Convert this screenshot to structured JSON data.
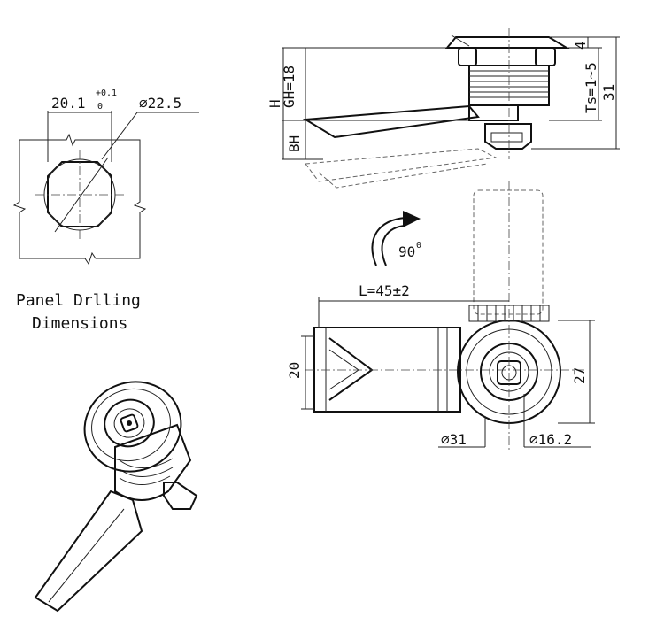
{
  "drilling": {
    "width_label": "20.1",
    "tol_upper": "+0.1",
    "tol_lower": "0",
    "diameter_label": "⌀22.5",
    "caption_line1": "Panel Drlling",
    "caption_line2": "Dimensions"
  },
  "side_view": {
    "h_label": "H",
    "gh_label": "GH=18",
    "bh_label": "BH",
    "four_label": "4",
    "ts_label": "Ts=1~5",
    "total_label": "31"
  },
  "front_view": {
    "rotation_label": "90",
    "rotation_unit": "0",
    "length_label": "L=45±2",
    "height_left_label": "20",
    "height_right_label": "27",
    "dia_outer_label": "⌀31",
    "dia_inner_label": "⌀16.2"
  }
}
